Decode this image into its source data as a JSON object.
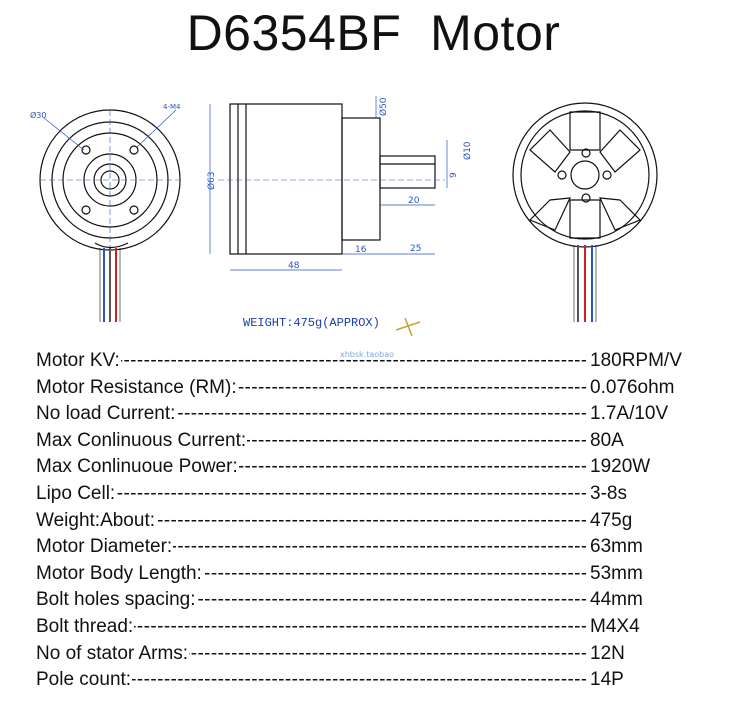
{
  "title": "D6354BF  Motor",
  "drawing": {
    "front": {
      "dia": "Ø30",
      "holes": "4-M4"
    },
    "side": {
      "body_dia": "Ø63",
      "front_dia": "Ø50",
      "shaft_dia": "Ø10",
      "flat": "9",
      "shaft_len": "20",
      "length_48": "48",
      "length_16": "16",
      "length_25": "25"
    }
  },
  "weight_note": "WEIGHT:475g(APPROX)",
  "watermark": "xhbsk.taobao",
  "specs": [
    {
      "label": "Motor  KV:",
      "value": "180RPM/V"
    },
    {
      "label": "Motor Resistance (RM):",
      "value": "0.076ohm"
    },
    {
      "label": "No load Current:",
      "value": "1.7A/10V"
    },
    {
      "label": "Max Conlinuous Current:",
      "value": "80A"
    },
    {
      "label": "Max Conlinuoue Power:",
      "value": "1920W"
    },
    {
      "label": "Lipo Cell:",
      "value": "3-8s"
    },
    {
      "label": "Weight:About:",
      "value": "475g"
    },
    {
      "label": "Motor Diameter:",
      "value": "63mm"
    },
    {
      "label": "Motor Body Length:",
      "value": "53mm"
    },
    {
      "label": "Bolt holes spacing:",
      "value": "44mm"
    },
    {
      "label": "Bolt thread:",
      "value": "M4X4"
    },
    {
      "label": "No of stator Arms:",
      "value": "12N"
    },
    {
      "label": "Pole count:",
      "value": "14P"
    }
  ]
}
